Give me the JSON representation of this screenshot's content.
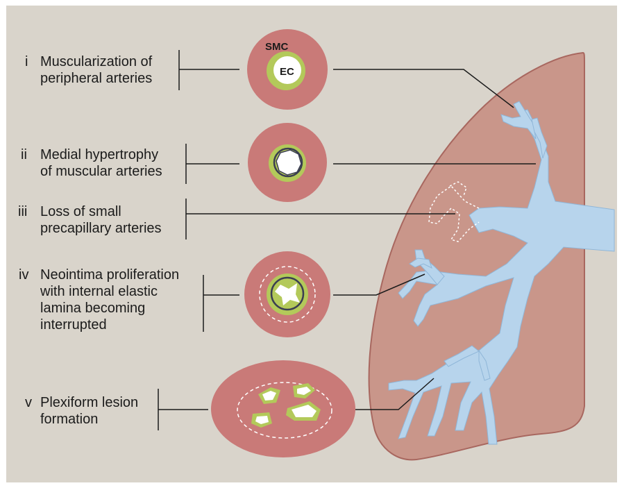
{
  "items": [
    {
      "numeral": "i",
      "lines": [
        "Muscularization of",
        "peripheral arteries"
      ]
    },
    {
      "numeral": "ii",
      "lines": [
        "Medial hypertrophy",
        "of muscular arteries"
      ]
    },
    {
      "numeral": "iii",
      "lines": [
        "Loss of small",
        "precapillary arteries"
      ]
    },
    {
      "numeral": "iv",
      "lines": [
        "Neointima proliferation",
        "with internal elastic",
        "lamina becoming",
        "interrupted"
      ]
    },
    {
      "numeral": "v",
      "lines": [
        "Plexiform lesion",
        "formation"
      ]
    }
  ],
  "vessel_labels": {
    "smc": "SMC",
    "ec": "EC"
  },
  "colors": {
    "background": "#d9d4cb",
    "lung": "#c9968a",
    "lung_outline": "#a8675f",
    "vessel_wall": "#c97a78",
    "media": "#b3c95a",
    "lumen": "#ffffff",
    "airway": "#b7d4ec",
    "leader": "#1b1b1b"
  }
}
